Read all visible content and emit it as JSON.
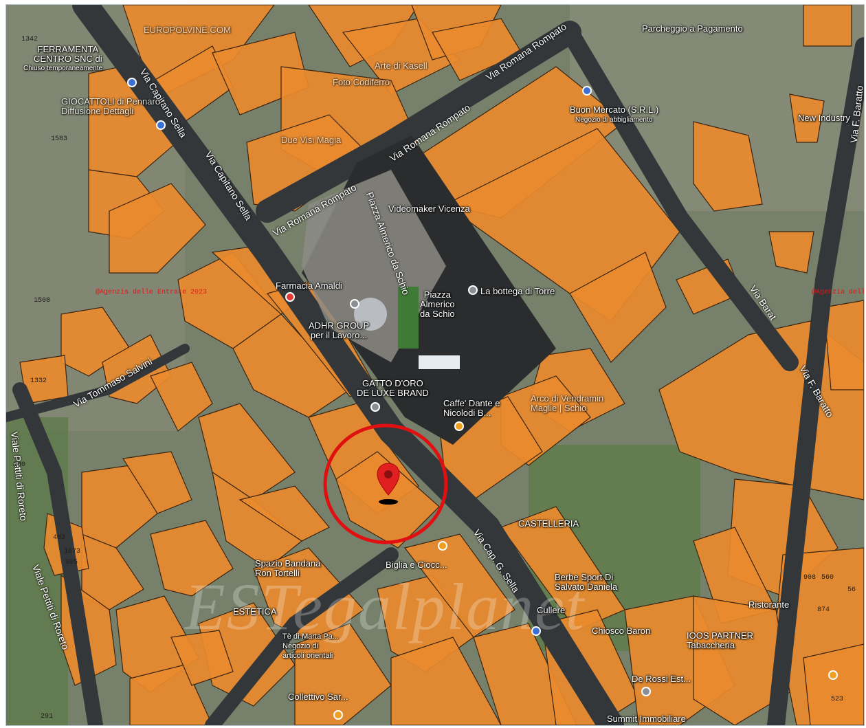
{
  "map": {
    "colors": {
      "parcel": "#e98a2e",
      "parcel_border": "#3b2410",
      "road": "#3a3d40",
      "terrain": "#7b8468",
      "marker": "#e02020",
      "circle": "#e01010"
    },
    "roads": {
      "via_capitano_sella_top": "Via Capitano Sella",
      "via_capitano_sella_mid": "Via Capitano Sella",
      "via_romana_rompato_top": "Via Romana Rompato",
      "via_romana_rompato_mid": "Via Romana Rompato",
      "via_romana_rompato_left": "Via Romana Rompato",
      "piazza_almerico": "Piazza Almerico da Schio",
      "via_f_baratto_top": "Via F. Baratto",
      "via_f_baratto_right": "Via F. Baratto",
      "via_baratto_mid": "Via Barat",
      "viale_pettiti_1": "Viale Pettiti di Roreto",
      "viale_pettiti_2": "Viale Pettiti di Roreto",
      "via_tommaso": "Via Tommaso Salvini",
      "via_cap_g_sella": "Via Cap. G. Sella"
    },
    "places": {
      "ferramenta": "FERRAMENTA\nCENTRO SNC di",
      "ferramenta_sub": "Chiuso temporaneamente",
      "europolvere": "EUROPOLVINE.COM",
      "parcheggio": "Parcheggio a Pagamento",
      "giocattoli": "GIOCATTOLI di Pennaro\nDiffusione Dettagli",
      "arte": "Arte di Kasell",
      "foto": "Foto Codiferro",
      "due_visi": "Due Visi Magia",
      "buon_mercato": "Buon Mercato (S.R.L.)",
      "buon_mercato_sub": "Negozio di abbigliamento",
      "new_industry": "New Industry",
      "videomaker": "Videomaker Vicenza",
      "farmacia": "Farmacia Amaldi",
      "piazza_label": "Piazza\nAlmerico\nda Schio",
      "bottega": "La bottega di Torre",
      "adhr": "ADHR GROUP\nper il Lavoro...",
      "gatto": "GATTO D'ORO\nDE LUXE BRAND",
      "caffe": "Caffe' Dante e\nNicolodi B...",
      "arco": "Arco di Vendramin\nMaglie | Schio",
      "castelleria": "CASTELLERIA",
      "biglia": "Biglia e Ciocc...",
      "spazio": "Spazio Bandana\nRon Tortelli",
      "estetica": "ESTETICA",
      "marta": "Tè dì Marta Pa...\nNegozio di\narticoli orientali",
      "sport": "Berbe Sport Di\nSalvato Daniela",
      "cullere": "Cullere",
      "baron": "Chiosco Baron",
      "ioos": "IOOS PARTNER\nTabaccheria",
      "ristorante": "Ristorante",
      "de_rossi": "De Rossi Est...",
      "summit": "Summit Immobiliare",
      "collettivo": "Collettivo Sar..."
    },
    "red_labels": {
      "agenzia_left": "@Agenzia delle Entrate 2023",
      "agenzia_right": "@Agenzia delle Entrate"
    },
    "parcel_numbers": [
      "1342",
      "1583",
      "1508",
      "1332",
      "280",
      "483",
      "1673",
      "905",
      "874",
      "908",
      "560",
      "56",
      "523",
      "291"
    ],
    "watermark": "ESTegalplanet",
    "marker_icon": "location-pin-icon"
  }
}
